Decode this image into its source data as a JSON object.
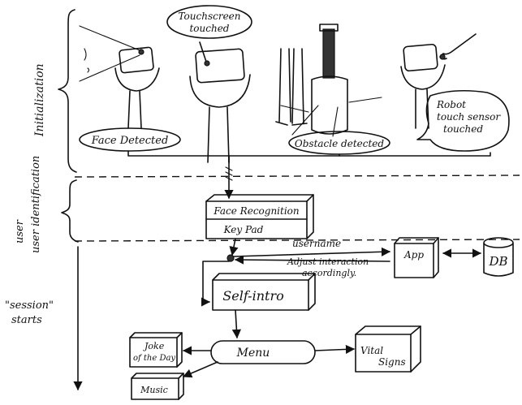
{
  "phases": {
    "initialization": "Initialization",
    "user_identification": "user identification",
    "session_starts_line1": "\"session\"",
    "session_starts_line2": "starts"
  },
  "triggers": {
    "face_detected": "Face Detected",
    "touchscreen_line1": "Touchscreen",
    "touchscreen_line2": "touched",
    "obstacle_detected": "Obstacle detected",
    "robot_touch_line1": "Robot",
    "robot_touch_line2": "touch sensor",
    "robot_touch_line3": "touched"
  },
  "identification": {
    "face_recognition": "Face Recognition",
    "key_pad": "Key Pad"
  },
  "session": {
    "username_label": "username",
    "adjust_line1": "Adjust interaction",
    "adjust_line2": "accordingly.",
    "app": "App",
    "db": "DB",
    "self_intro": "Self-intro",
    "menu": "Menu",
    "joke_line1": "Joke",
    "joke_line2": "of the Day",
    "music": "Music",
    "vital_line1": "Vital",
    "vital_line2": "Signs"
  }
}
